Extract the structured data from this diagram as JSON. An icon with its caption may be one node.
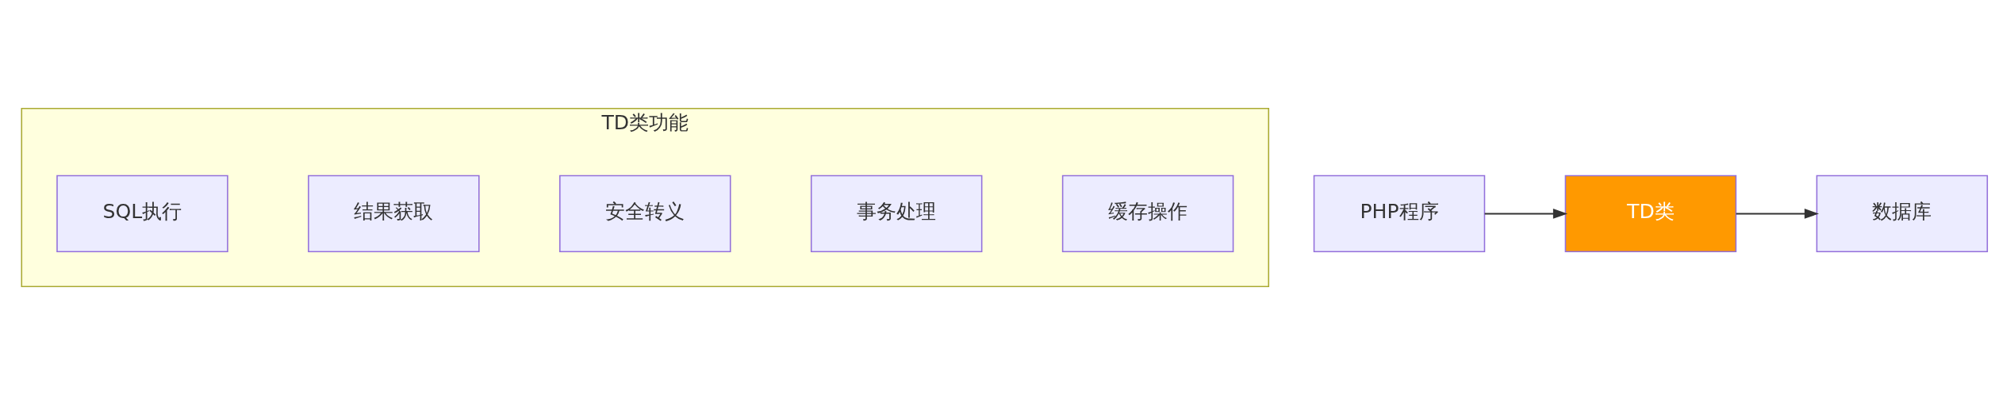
{
  "diagram": {
    "nodes": [
      {
        "text": [
          "TD类功能"
        ]
      },
      {
        "text": [
          "SQL执行"
        ],
        "in": 0
      },
      {
        "text": [
          "结果获取"
        ],
        "in": 0
      },
      {
        "text": [
          "安全转义"
        ],
        "in": 0
      },
      {
        "text": [
          "事务处理"
        ],
        "in": 0
      },
      {
        "text": [
          "缓存操作"
        ],
        "in": 0
      },
      {
        "text": [
          "PHP程序"
        ]
      },
      {
        "text": [
          "TD类"
        ]
      },
      {
        "text": [
          "数据库"
        ]
      }
    ],
    "edges": [
      {
        "from": 6,
        "to": 7,
        "arrow": "to"
      },
      {
        "from": 7,
        "to": 8,
        "arrow": "to"
      }
    ]
  }
}
